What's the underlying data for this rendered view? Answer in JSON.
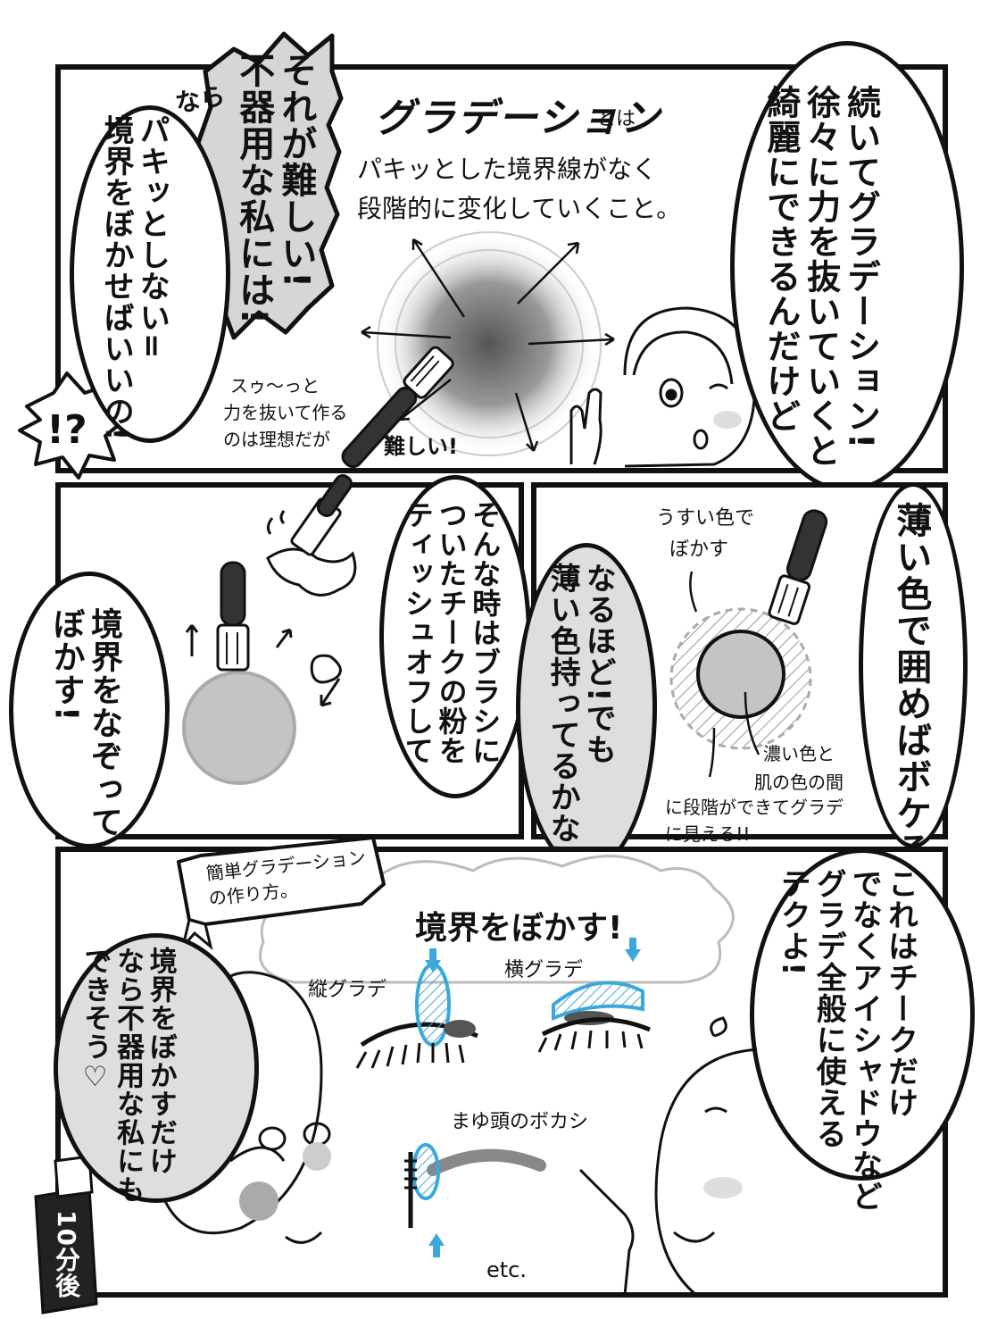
{
  "panel1": {
    "heading": "グラデーション",
    "heading_suffix": "とは",
    "definition_line1": "パキッとした境界線がなく",
    "definition_line2": "段階的に変化していくこと。",
    "caption_line1": "スゥ〜っと",
    "caption_line2": "力を抜いて作る",
    "caption_line3": "のは理想だが",
    "caption_hard": "難しい!",
    "bubble_right": "続いてグラデーション!\n徐々に力を抜いていくと\n綺麗にできるんだけど",
    "bubble_spiky": "それが難しい!\n不器用な私には!",
    "bubble_left_nara": "なら",
    "bubble_left": "パキッとしない=\n境界をぼかせばいいの!",
    "exclaim": "!?"
  },
  "panel2": {
    "bubble_tissue": "そんな時はブラシに\nついたチークの粉を\nティッシュオフして",
    "bubble_blur": "境界をなぞって\nぼかす!"
  },
  "panel3": {
    "bubble_surround": "薄い色で囲めばボケる!",
    "label_light": "うすい色で",
    "label_light2": "ぼかす",
    "label_between1": "濃い色と",
    "label_between2": "肌の色の間",
    "label_step1": "に段階ができてグラデ",
    "label_step2": "に見える!!",
    "bubble_grey": "なるほど!でも\n薄い色持ってるかな…"
  },
  "panel4": {
    "banner": "簡単グラデーション\nの作り方。",
    "title": "境界をぼかす!",
    "label_vertical": "縦グラデ",
    "label_horizontal": "横グラデ",
    "label_brow": "まゆ頭のボカシ",
    "label_etc": "etc.",
    "bubble_right": "これはチークだけ\nでなくアイシャドウなど\nグラデ全般に使える\nテクよ!",
    "bubble_left": "境界をぼかすだけ\nなら不器用な私にも\nできそう♡",
    "time_badge": "10分後"
  },
  "colors": {
    "accent_blue": "#3aa8d8",
    "ink": "#111111",
    "grey_fill": "#c4c4c4"
  }
}
